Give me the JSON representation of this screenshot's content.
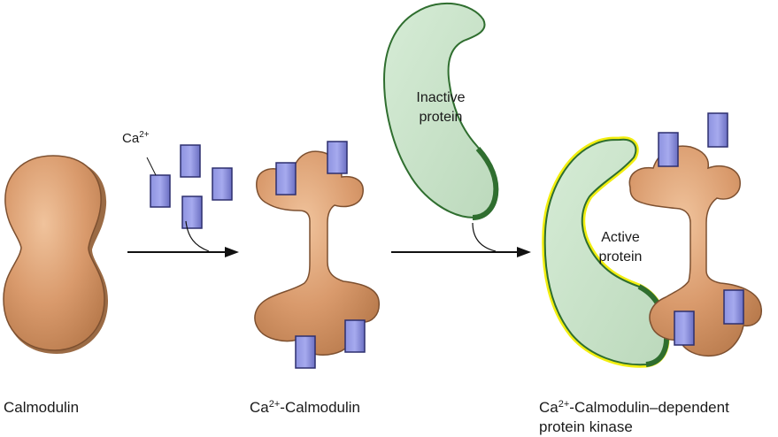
{
  "labels": {
    "calcium_ion": {
      "text": "Ca",
      "charge": "2+"
    },
    "inactive_protein": [
      "Inactive",
      "protein"
    ],
    "active_protein": [
      "Active",
      "protein"
    ]
  },
  "captions": {
    "calmodulin": "Calmodulin",
    "ca_calmodulin": {
      "prefix": "Ca",
      "charge": "2+",
      "suffix": "-Calmodulin"
    },
    "kinase": {
      "prefix": "Ca",
      "charge": "2+",
      "suffix": "-Calmodulin–dependent",
      "line2": "protein kinase"
    }
  },
  "colors": {
    "calmodulin_fill": "#d99a6c",
    "calmodulin_stroke": "#8a5a36",
    "calcium_fill": "#7b7fd0",
    "calcium_stroke": "#2d2f6e",
    "protein_fill": "#c9e3c9",
    "protein_stroke": "#2f6e2f",
    "active_outline": "#f2ee10",
    "arrow": "#111111"
  }
}
